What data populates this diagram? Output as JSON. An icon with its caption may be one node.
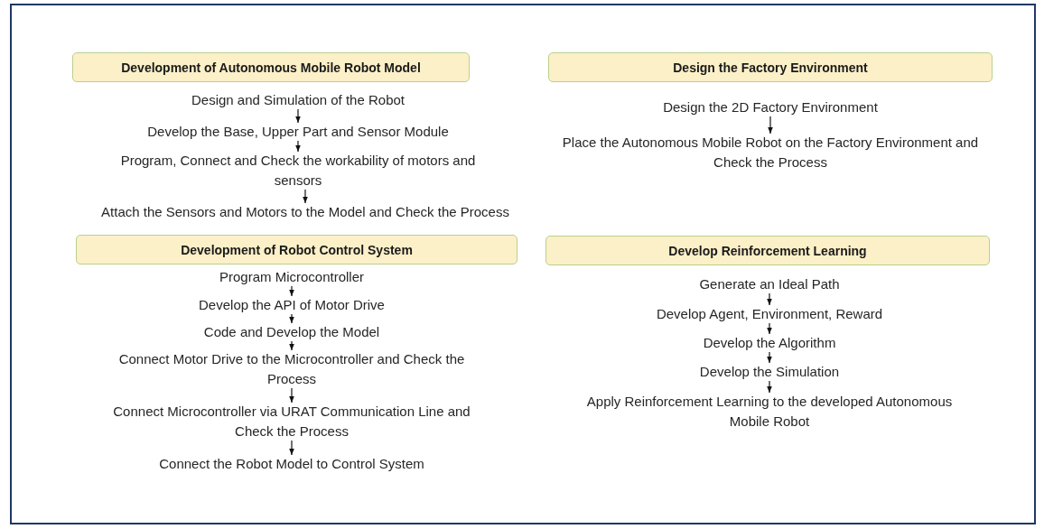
{
  "diagram": {
    "nodes": [
      {
        "text": [
          "Development of Autonomous Mobile Robot Model"
        ]
      },
      {
        "text": [
          "Design and Simulation of the Robot"
        ]
      },
      {
        "text": [
          "Develop the Base, Upper Part and Sensor Module"
        ]
      },
      {
        "text": [
          "Program, Connect and Check the workability of motors and sensors"
        ]
      },
      {
        "text": [
          "Attach the Sensors and Motors to the Model and Check the Process"
        ]
      },
      {
        "text": [
          "Design the Factory Environment"
        ]
      },
      {
        "text": [
          "Design the 2D Factory Environment"
        ]
      },
      {
        "text": [
          "Place the Autonomous Mobile Robot on the Factory Environment and Check the Process"
        ]
      },
      {
        "text": [
          "Development of Robot Control System"
        ]
      },
      {
        "text": [
          "Program Microcontroller"
        ]
      },
      {
        "text": [
          "Develop the API of Motor Drive"
        ]
      },
      {
        "text": [
          "Code and Develop the Model"
        ]
      },
      {
        "text": [
          "Connect Motor Drive to the Microcontroller and Check the Process"
        ]
      },
      {
        "text": [
          "Connect Microcontroller via URAT Communication Line and Check the Process"
        ]
      },
      {
        "text": [
          "Connect the Robot Model to Control System"
        ]
      },
      {
        "text": [
          "Develop Reinforcement Learning"
        ]
      },
      {
        "text": [
          "Generate an Ideal Path"
        ]
      },
      {
        "text": [
          "Develop Agent, Environment, Reward"
        ]
      },
      {
        "text": [
          "Develop the Algorithm"
        ]
      },
      {
        "text": [
          "Develop the Simulation"
        ]
      },
      {
        "text": [
          "Apply Reinforcement Learning to the developed Autonomous Mobile Robot"
        ]
      }
    ],
    "edges": [
      {
        "from": 1,
        "to": 2,
        "arrow": "to"
      },
      {
        "from": 2,
        "to": 3,
        "arrow": "to"
      },
      {
        "from": 3,
        "to": 4,
        "arrow": "to"
      },
      {
        "from": 6,
        "to": 7,
        "arrow": "to"
      },
      {
        "from": 9,
        "to": 10,
        "arrow": "to"
      },
      {
        "from": 10,
        "to": 11,
        "arrow": "to"
      },
      {
        "from": 11,
        "to": 12,
        "arrow": "to"
      },
      {
        "from": 12,
        "to": 13,
        "arrow": "to"
      },
      {
        "from": 13,
        "to": 14,
        "arrow": "to"
      },
      {
        "from": 16,
        "to": 17,
        "arrow": "to"
      },
      {
        "from": 17,
        "to": 18,
        "arrow": "to"
      },
      {
        "from": 18,
        "to": 19,
        "arrow": "to"
      },
      {
        "from": 19,
        "to": 20,
        "arrow": "to"
      }
    ]
  }
}
